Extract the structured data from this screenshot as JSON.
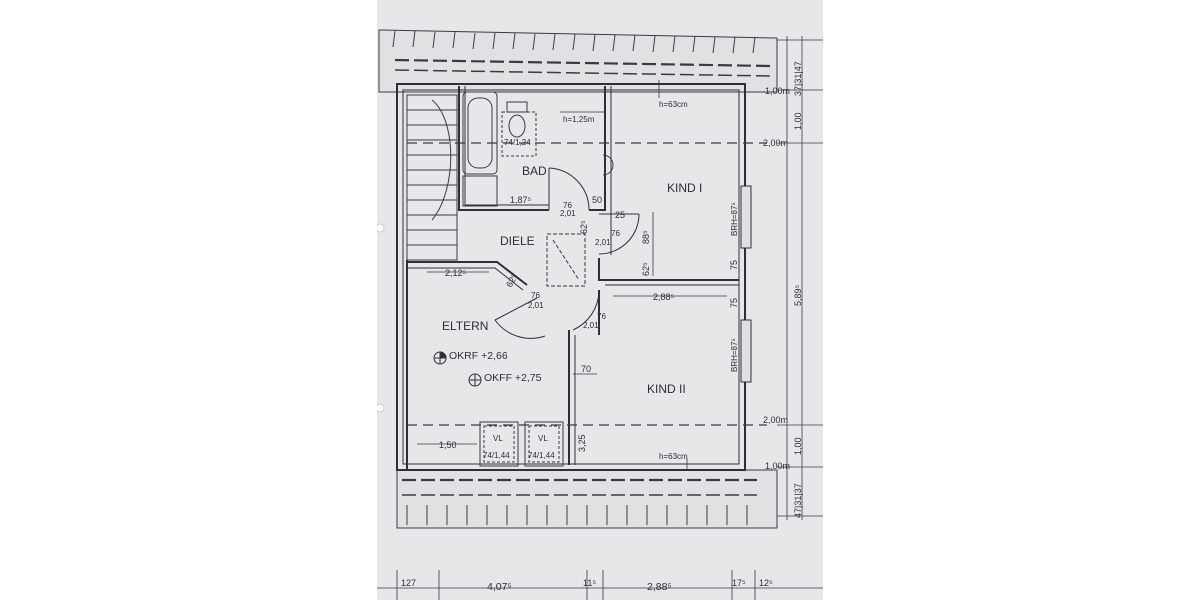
{
  "rooms": {
    "bad": "BAD",
    "kind1": "KIND I",
    "diele": "DIELE",
    "eltern": "ELTERN",
    "kind2": "KIND II"
  },
  "levels": {
    "okrf": "OKRF +2,66",
    "okff": "OKFF +2,75"
  },
  "heights": {
    "top_h": "h=63cm",
    "bad_h": "h=1,25m",
    "bottom_h": "h=63cm"
  },
  "doors": {
    "bad_door_w": "76",
    "bad_door_h": "2,01",
    "kind1_door_w": "76",
    "kind1_door_h": "2,01",
    "eltern_door_w": "76",
    "eltern_door_h": "2,01",
    "kind2_door_w": "76",
    "kind2_door_h": "2,01"
  },
  "windows": {
    "bad_window": "74/1,24",
    "vl1_label": "VL",
    "vl1_size": "74/1,44",
    "vl2_label": "VL",
    "vl2_size": "74/1,44",
    "brh_upper": "BRH=87⁵",
    "brh_lower": "BRH=87⁵"
  },
  "dimensions": {
    "bad_width": "1,87⁵",
    "bad_50": "50",
    "d25": "25",
    "d62_5a": "62⁵",
    "d88_5": "88⁵",
    "d62_5b": "62⁵",
    "eltern_top": "2,12⁵",
    "kind2_top": "2,88⁵",
    "d75a": "75",
    "d75b": "75",
    "d70": "70",
    "eltern_bottom": "1,50",
    "d3_25": "3,25",
    "right_total": "5,89⁵",
    "right_100_top": "1,00",
    "right_100_bottom": "1,00",
    "right_top_stack": "37|31|47",
    "right_bottom_stack": "47|31|37",
    "level_100_top": "1,00m",
    "level_200_top": "2,00m",
    "level_200_bottom": "2,00m",
    "level_100_bottom": "1,00m",
    "bottom_127": "127",
    "bottom_407": "4,07⁵",
    "bottom_11": "11⁵",
    "bottom_288": "2,88⁵",
    "bottom_17": "17⁵",
    "bottom_12": "12⁵"
  }
}
